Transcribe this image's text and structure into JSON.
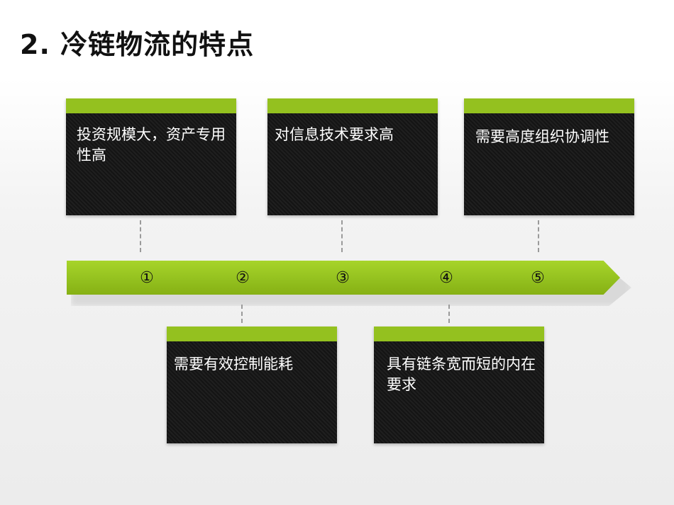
{
  "slide": {
    "title": "2.  冷链物流的特点"
  },
  "timeline": {
    "markers": [
      "①",
      "②",
      "③",
      "④",
      "⑤"
    ],
    "accent_color": "#94c11f"
  },
  "cards": {
    "top": [
      "投资规模大，资产专用性高",
      "对信息技术要求高",
      "需要高度组织协调性"
    ],
    "bottom": [
      "需要有效控制能耗",
      "具有链条宽而短的内在要求"
    ]
  }
}
